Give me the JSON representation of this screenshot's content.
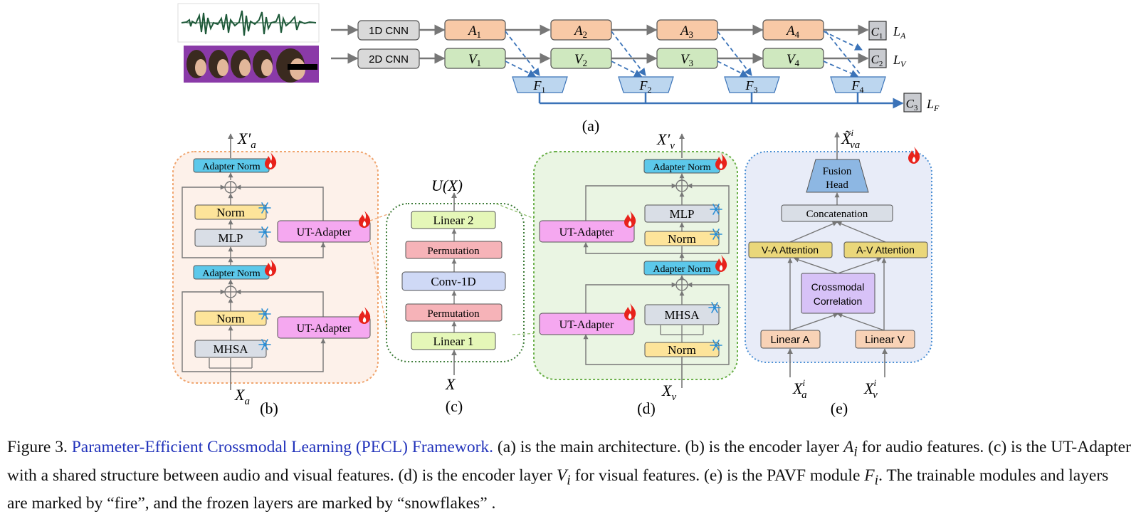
{
  "figure": {
    "subfigure_labels": {
      "a": "(a)",
      "b": "(b)",
      "c": "(c)",
      "d": "(d)",
      "e": "(e)"
    },
    "panel_a": {
      "cnn_audio": "1D CNN",
      "cnn_visual": "2D CNN",
      "audio_layers": [
        "A",
        "A",
        "A",
        "A"
      ],
      "visual_layers": [
        "V",
        "V",
        "V",
        "V"
      ],
      "fusion_layers": [
        "F",
        "F",
        "F",
        "F"
      ],
      "layer_subscripts": [
        "1",
        "2",
        "3",
        "4"
      ],
      "classifiers": [
        {
          "letter": "C",
          "sub": "1",
          "loss": "L",
          "loss_sub": "A"
        },
        {
          "letter": "C",
          "sub": "2",
          "loss": "L",
          "loss_sub": "V"
        },
        {
          "letter": "C",
          "sub": "3",
          "loss": "L",
          "loss_sub": "F"
        }
      ]
    },
    "panel_b": {
      "output_label": "X′",
      "output_sub": "a",
      "input_label": "X",
      "input_sub": "a",
      "adapter_norm": "Adapter Norm",
      "norm": "Norm",
      "mlp": "MLP",
      "mhsa": "MHSA",
      "ut_adapter": "UT-Adapter"
    },
    "panel_c": {
      "output_label": "U(X)",
      "input_label": "X",
      "linear2": "Linear 2",
      "permutation": "Permutation",
      "conv1d": "Conv-1D",
      "linear1": "Linear 1"
    },
    "panel_d": {
      "output_label": "X′",
      "output_sub": "v",
      "input_label": "X",
      "input_sub": "v",
      "adapter_norm": "Adapter Norm",
      "norm": "Norm",
      "mlp": "MLP",
      "mhsa": "MHSA",
      "ut_adapter": "UT-Adapter"
    },
    "panel_e": {
      "output_label": "X̃",
      "output_sup": "i",
      "output_sub": "va",
      "fusion_head_1": "Fusion",
      "fusion_head_2": "Head",
      "concatenation": "Concatenation",
      "va_attention": "V-A Attention",
      "av_attention": "A-V Attention",
      "crossmodal_1": "Crossmodal",
      "crossmodal_2": "Correlation",
      "linear_a": "Linear A",
      "linear_v": "Linear V",
      "input_a": "X",
      "input_a_sup": "i",
      "input_a_sub": "a",
      "input_v": "X",
      "input_v_sup": "i",
      "input_v_sub": "v"
    },
    "icons": {
      "trainable": "fire-icon",
      "frozen": "snowflake-icon"
    },
    "colors": {
      "orange_block": "#f8c9a6",
      "green_block": "#cfe8bf",
      "blue_block": "#bcd6ef",
      "pink_adapter": "#f5a8f0",
      "cyan_norm": "#5cc8ea",
      "yellow_norm": "#fde49a",
      "grey_block": "#d9dee6",
      "olive_attention": "#ead77a",
      "lavender": "#d7c2f7",
      "lime_linear": "#e5f7b8",
      "salmon_perm": "#f6b3b8",
      "periwinkle_conv": "#cfd9f6",
      "caption_title": "#2233bb"
    }
  },
  "caption": {
    "lead": "Figure 3.",
    "title": "Parameter-Efficient Crossmodal Learning (PECL) Framework.",
    "text_1": "(a) is the main architecture. (b) is the encoder layer",
    "var_a": "A",
    "var_a_sub": "i",
    "text_2": "for audio features. (c) is the UT-Adapter with a shared structure between audio and visual features. (d) is the encoder layer",
    "var_v": "V",
    "var_v_sub": "i",
    "text_3": "for visual features. (e) is the PAVF module",
    "var_f": "F",
    "var_f_sub": "i",
    "text_4": ". The trainable modules and layers are marked by “fire”, and the frozen layers are marked by “snowflakes” ."
  }
}
